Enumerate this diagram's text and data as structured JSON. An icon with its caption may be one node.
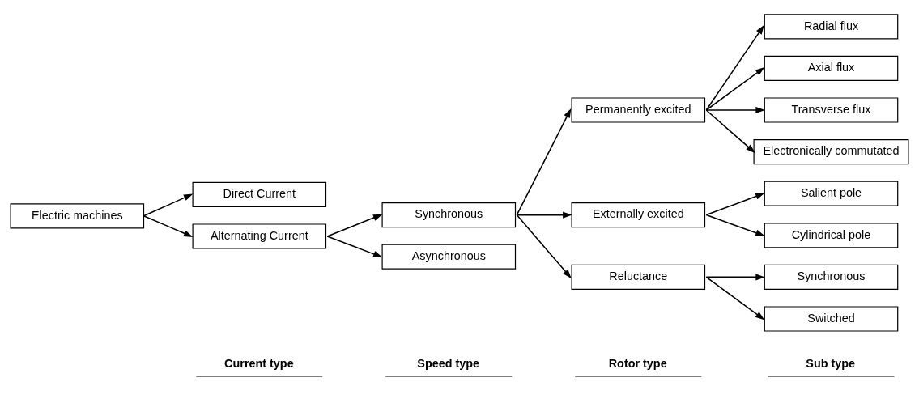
{
  "diagram": {
    "nodes": [
      {
        "text": [
          "Electric machines"
        ]
      },
      {
        "text": [
          "Direct Current"
        ]
      },
      {
        "text": [
          "Alternating Current"
        ]
      },
      {
        "text": [
          "Synchronous"
        ]
      },
      {
        "text": [
          "Asynchronous"
        ]
      },
      {
        "text": [
          "Permanently excited"
        ]
      },
      {
        "text": [
          "Externally excited"
        ]
      },
      {
        "text": [
          "Reluctance"
        ]
      },
      {
        "text": [
          "Radial flux"
        ]
      },
      {
        "text": [
          "Axial flux"
        ]
      },
      {
        "text": [
          "Transverse flux"
        ]
      },
      {
        "text": [
          "Electronically commutated"
        ]
      },
      {
        "text": [
          "Salient pole"
        ]
      },
      {
        "text": [
          "Cylindrical pole"
        ]
      },
      {
        "text": [
          "Synchronous"
        ]
      },
      {
        "text": [
          "Switched"
        ]
      }
    ],
    "edges": [
      {
        "from": 0,
        "to": 1,
        "arrow": "to"
      },
      {
        "from": 0,
        "to": 2,
        "arrow": "to"
      },
      {
        "from": 2,
        "to": 3,
        "arrow": "to"
      },
      {
        "from": 2,
        "to": 4,
        "arrow": "to"
      },
      {
        "from": 3,
        "to": 5,
        "arrow": "to"
      },
      {
        "from": 3,
        "to": 6,
        "arrow": "to"
      },
      {
        "from": 3,
        "to": 7,
        "arrow": "to"
      },
      {
        "from": 5,
        "to": 8,
        "arrow": "to"
      },
      {
        "from": 5,
        "to": 9,
        "arrow": "to"
      },
      {
        "from": 5,
        "to": 10,
        "arrow": "to"
      },
      {
        "from": 5,
        "to": 11,
        "arrow": "to"
      },
      {
        "from": 6,
        "to": 12,
        "arrow": "to"
      },
      {
        "from": 6,
        "to": 13,
        "arrow": "to"
      },
      {
        "from": 7,
        "to": 14,
        "arrow": "to"
      },
      {
        "from": 7,
        "to": 15,
        "arrow": "to"
      }
    ],
    "labels": [
      "Current type",
      "Speed type",
      "Rotor type",
      "Sub type"
    ]
  }
}
